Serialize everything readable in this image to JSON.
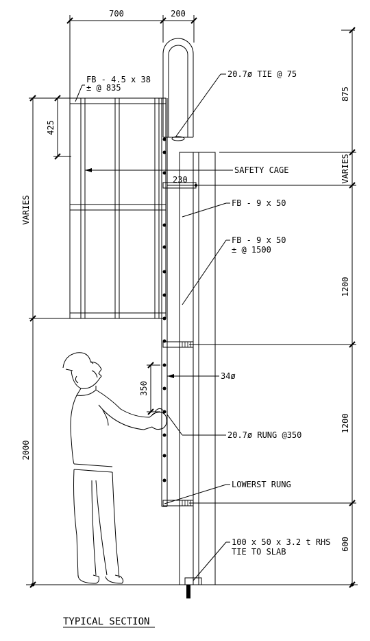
{
  "dimensions": {
    "top_700": "700",
    "top_200": "200",
    "right_875": "875",
    "right_varies": "VARIES",
    "right_1200_upper": "1200",
    "right_1200_lower": "1200",
    "right_600": "600",
    "left_varies": "VARIES",
    "left_2000": "2000",
    "dim_425": "425",
    "dim_230": "230",
    "dim_350": "350"
  },
  "labels": {
    "fb_cage_line1": "FB - 4.5 x 38",
    "fb_cage_line2": "± @ 835",
    "tie": "20.7ø TIE @ 75",
    "safety_cage": "SAFETY CAGE",
    "fb_upper": "FB - 9 x 50",
    "fb_lower_line1": "FB - 9 x 50",
    "fb_lower_line2": "± @ 1500",
    "dia_34": "34ø",
    "rung": "20.7ø RUNG @350",
    "lowest_rung": "LOWERST RUNG",
    "rhs_line1": "100 x 50 x 3.2 t RHS",
    "rhs_line2": "TIE TO SLAB"
  },
  "title": "TYPICAL SECTION"
}
